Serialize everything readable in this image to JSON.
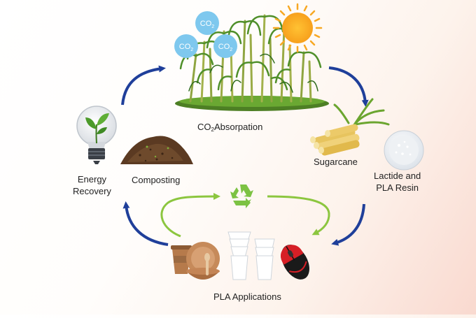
{
  "labels": {
    "co2_absorption_prefix": "CO",
    "co2_absorption_sub": "2",
    "co2_absorption_suffix": "Absorpation",
    "sugarcane": "Sugarcane",
    "lactide_line1": "Lactide and",
    "lactide_line2": "PLA Resin",
    "pla_applications": "PLA Applications",
    "composting": "Composting",
    "energy_line1": "Energy",
    "energy_line2": "Recovery"
  },
  "co2_bubbles": [
    {
      "main": "CO",
      "sub": "2"
    },
    {
      "main": "CO",
      "sub": "2"
    },
    {
      "main": "CO",
      "sub": "2"
    }
  ],
  "colors": {
    "outer_arrow": "#1f3f9a",
    "inner_arrow": "#8cc63f",
    "recycle": "#7cc243",
    "bubble": "#7ec8ee",
    "sun": "#f7a823",
    "grass": "#5f9a2e"
  },
  "icons": [
    "co2-bubble-icon",
    "sugarcane-field-icon",
    "sun-icon",
    "sugarcane-stalks-icon",
    "pla-resin-icon",
    "recycle-icon",
    "compost-pile-icon",
    "lightbulb-plant-icon",
    "cups-icon",
    "mouse-icon"
  ]
}
